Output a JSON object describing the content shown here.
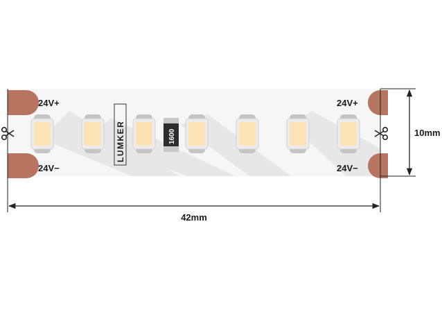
{
  "strip": {
    "label_v_plus_left": "24V+",
    "label_v_minus_left": "24V−",
    "label_v_plus_right": "24V+",
    "label_v_minus_right": "24V−",
    "brand_logo_text": "LUMKER",
    "resistor_code": "1600",
    "led_count": 7
  },
  "dimensions": {
    "length": "42mm",
    "width": "10mm"
  },
  "colors": {
    "pad": "#b7745f",
    "led_fill": "#fbe3b6",
    "led_frame": "#d0d0d0",
    "pcb": "#f6f6f6",
    "pcb_shade": "#e4e4e4",
    "resistor": "#2d2d2d",
    "line": "#222222"
  },
  "icons": {
    "cut_mark": "scissors-icon"
  }
}
